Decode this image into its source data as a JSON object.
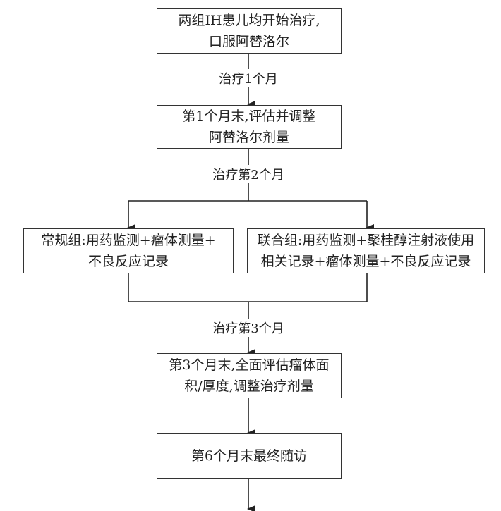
{
  "boxes": {
    "start": {
      "line1": "两组IH患儿均开始治疗,",
      "line2": "口服阿替洛尔"
    },
    "month1_end": {
      "line1": "第1个月末,评估并调整",
      "line2": "阿替洛尔剂量"
    },
    "conventional": {
      "line1": "常规组:用药监测+瘤体测量+",
      "line2": "不良反应记录"
    },
    "combined": {
      "line1": "联合组:用药监测+聚桂醇注射液使用",
      "line2": "相关记录+瘤体测量+不良反应记录"
    },
    "month3_end": {
      "line1": "第3个月末,全面评估瘤体面",
      "line2": "积/厚度,调整治疗剂量"
    },
    "month6_end": {
      "line1": "第6个月末最终随访"
    }
  },
  "labels": {
    "treat_month1": "治疗1个月",
    "treat_month2": "治疗第2个月",
    "treat_month3": "治疗第3个月"
  }
}
